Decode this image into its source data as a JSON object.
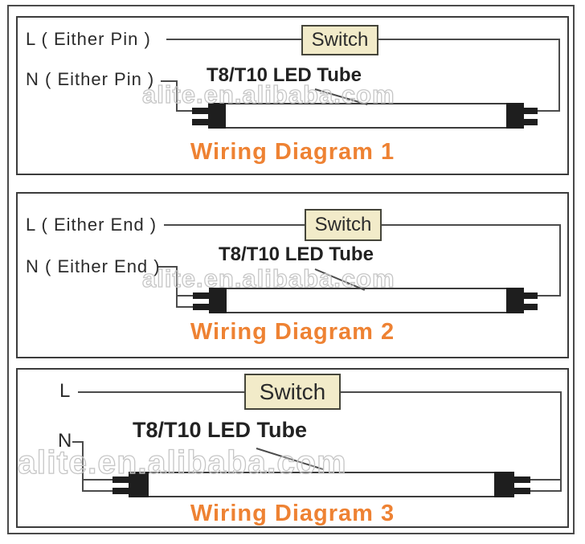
{
  "watermark_text": "alite.en.alibaba.com",
  "colors": {
    "title_orange": "#ee8233",
    "switch_fill": "#f2ebc9",
    "wire_gray": "#4b4b4b",
    "cap_black": "#1e1e1e"
  },
  "panels": [
    {
      "live_label": "L ( Either Pin )",
      "neutral_label": "N ( Either Pin )",
      "switch_label": "Switch",
      "tube_label": "T8/T10 LED Tube",
      "title": "Wiring Diagram 1"
    },
    {
      "live_label": "L ( Either End )",
      "neutral_label": "N ( Either End )",
      "switch_label": "Switch",
      "tube_label": "T8/T10 LED Tube",
      "title": "Wiring Diagram 2"
    },
    {
      "live_label": "L",
      "neutral_label": "N",
      "switch_label": "Switch",
      "tube_label": "T8/T10 LED Tube",
      "title": "Wiring Diagram 3"
    }
  ]
}
